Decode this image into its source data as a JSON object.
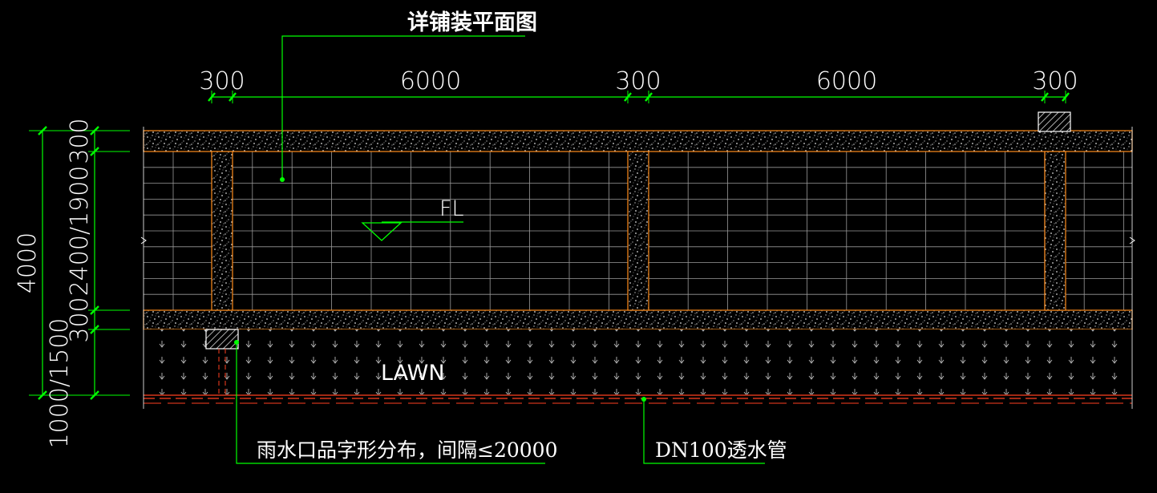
{
  "title": "详铺装平面图",
  "dimensions": {
    "top": [
      "300",
      "6000",
      "300",
      "6000",
      "300"
    ],
    "left_outer": "4000",
    "left_inner": [
      "300",
      "2400/1900",
      "300",
      "1000/1500"
    ]
  },
  "labels": {
    "fl": "FL",
    "lawn": "LAWN",
    "rain_outlet": "雨水口品字形分布，间隔≤20000",
    "drain_pipe": "DN100透水管"
  },
  "colors": {
    "background": "#000000",
    "dimension_line": "#00ff00",
    "pavement_edge": "#ff8c1a",
    "drain_line": "#ff4020",
    "text": "#ffffff",
    "grid": "#9a9a9a"
  }
}
